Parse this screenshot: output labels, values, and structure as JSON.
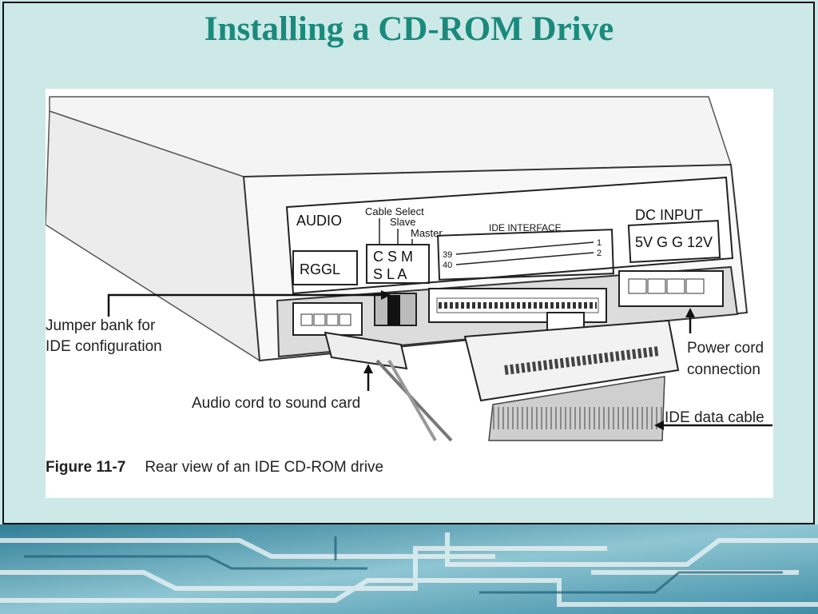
{
  "slide": {
    "title": "Installing a CD-ROM Drive"
  },
  "figure": {
    "caption_number": "Figure 11-7",
    "caption_text": "Rear view of an IDE CD-ROM drive",
    "panel": {
      "audio_label": "AUDIO",
      "audio_pins": "RGGL",
      "cable_select": "Cable Select",
      "slave": "Slave",
      "master": "Master",
      "jumper_top": "C S M",
      "jumper_bottom": "S L A",
      "ide_interface": "IDE INTERFACE",
      "pin_39": "39",
      "pin_40": "40",
      "pin_1": "1",
      "pin_2": "2",
      "dc_input": "DC INPUT",
      "dc_pins": "5V G G 12V"
    },
    "callouts": {
      "jumper_bank_line1": "Jumper bank for",
      "jumper_bank_line2": "IDE configuration",
      "audio_cord": "Audio cord to sound card",
      "power_cord_line1": "Power cord",
      "power_cord_line2": "connection",
      "ide_cable": "IDE data cable"
    }
  },
  "colors": {
    "title": "#1a8a7c",
    "slide_background": "#cce9e8"
  }
}
